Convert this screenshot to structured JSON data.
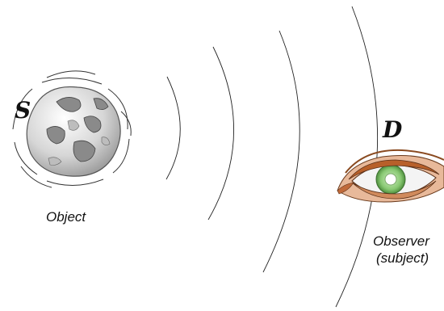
{
  "labels": {
    "source_symbol": "S",
    "object": "Object",
    "observer_symbol": "D",
    "observer_line1": "Observer",
    "observer_line2": "(subject)"
  },
  "icons": {
    "object": "object-blob-icon",
    "observer": "eye-icon"
  },
  "colors": {
    "wave_line": "#222222",
    "object_fill": "#d9d9d9",
    "eye_skin": "#e8b99a",
    "eye_lid": "#b8602a",
    "iris": "#7fbf6a"
  }
}
